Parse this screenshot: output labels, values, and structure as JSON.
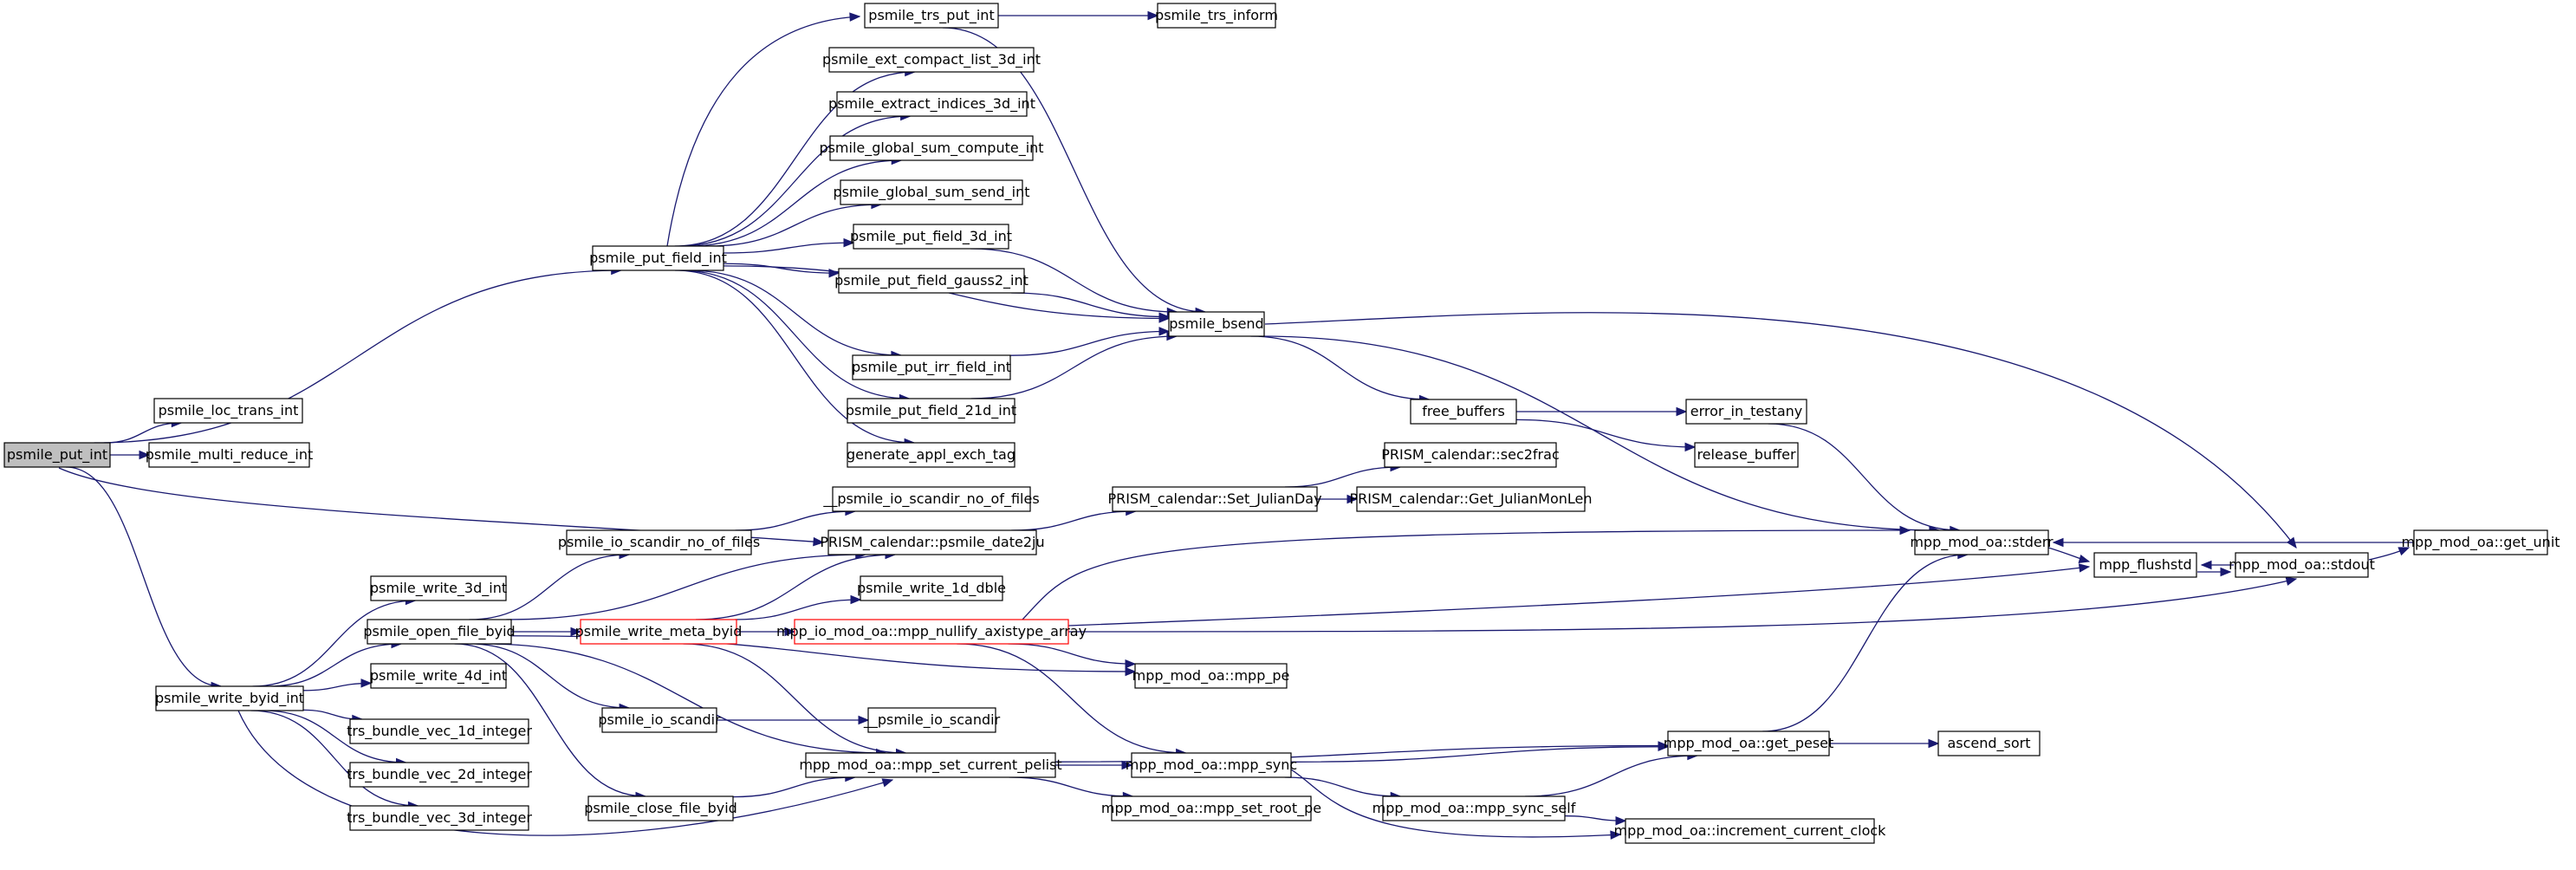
{
  "graph": {
    "colors": {
      "edge": "#191970",
      "node_border": "#000000",
      "current_node_fill": "#bfbfbf",
      "truncated_node_border": "#ff0000",
      "background": "#ffffff"
    },
    "nodes": [
      {
        "id": "n_put_int",
        "label": "psmile_put_int",
        "style": "current"
      },
      {
        "id": "n_put_field_int",
        "label": "psmile_put_field_int",
        "style": "normal"
      },
      {
        "id": "n_loc_trans",
        "label": "psmile_loc_trans_int",
        "style": "normal"
      },
      {
        "id": "n_multi_reduce",
        "label": "psmile_multi_reduce_int",
        "style": "normal"
      },
      {
        "id": "n_write_byid",
        "label": "psmile_write_byid_int",
        "style": "normal"
      },
      {
        "id": "n_date2ju",
        "label": "PRISM_calendar::psmile_date2ju",
        "style": "normal"
      },
      {
        "id": "n_trs_put",
        "label": "psmile_trs_put_int",
        "style": "normal"
      },
      {
        "id": "n_trs_inform",
        "label": "psmile_trs_inform",
        "style": "normal"
      },
      {
        "id": "n_ext_compact",
        "label": "psmile_ext_compact_list_3d_int",
        "style": "normal"
      },
      {
        "id": "n_extract_idx",
        "label": "psmile_extract_indices_3d_int",
        "style": "normal"
      },
      {
        "id": "n_gsum_compute",
        "label": "psmile_global_sum_compute_int",
        "style": "normal"
      },
      {
        "id": "n_gsum_send",
        "label": "psmile_global_sum_send_int",
        "style": "normal"
      },
      {
        "id": "n_put_3d",
        "label": "psmile_put_field_3d_int",
        "style": "normal"
      },
      {
        "id": "n_put_gauss2",
        "label": "psmile_put_field_gauss2_int",
        "style": "normal"
      },
      {
        "id": "n_bsend",
        "label": "psmile_bsend",
        "style": "normal"
      },
      {
        "id": "n_put_irr",
        "label": "psmile_put_irr_field_int",
        "style": "normal"
      },
      {
        "id": "n_put_21d",
        "label": "psmile_put_field_21d_int",
        "style": "normal"
      },
      {
        "id": "n_gen_tag",
        "label": "generate_appl_exch_tag",
        "style": "normal"
      },
      {
        "id": "n_free_buffers",
        "label": "free_buffers",
        "style": "normal"
      },
      {
        "id": "n_error_testany",
        "label": "error_in_testany",
        "style": "normal"
      },
      {
        "id": "n_release_buffer",
        "label": "release_buffer",
        "style": "normal"
      },
      {
        "id": "n_scandir_nof_u",
        "label": "__psmile_io_scandir_no_of_files",
        "style": "normal"
      },
      {
        "id": "n_set_julian",
        "label": "PRISM_calendar::Set_JulianDay",
        "style": "normal"
      },
      {
        "id": "n_sec2frac",
        "label": "PRISM_calendar::sec2frac",
        "style": "normal"
      },
      {
        "id": "n_get_julianmon",
        "label": "PRISM_calendar::Get_JulianMonLen",
        "style": "normal"
      },
      {
        "id": "n_scandir_nof",
        "label": "psmile_io_scandir_no_of_files",
        "style": "normal"
      },
      {
        "id": "n_stderr",
        "label": "mpp_mod_oa::stderr",
        "style": "normal"
      },
      {
        "id": "n_flushstd",
        "label": "mpp_flushstd",
        "style": "normal"
      },
      {
        "id": "n_stdout",
        "label": "mpp_mod_oa::stdout",
        "style": "normal"
      },
      {
        "id": "n_get_unit",
        "label": "mpp_mod_oa::get_unit",
        "style": "normal"
      },
      {
        "id": "n_write_3d",
        "label": "psmile_write_3d_int",
        "style": "normal"
      },
      {
        "id": "n_open_file",
        "label": "psmile_open_file_byid",
        "style": "normal"
      },
      {
        "id": "n_write_meta",
        "label": "psmile_write_meta_byid",
        "style": "truncated"
      },
      {
        "id": "n_write_1d",
        "label": "psmile_write_1d_dble",
        "style": "normal"
      },
      {
        "id": "n_nullify",
        "label": "mpp_io_mod_oa::mpp_nullify_axistype_array",
        "style": "truncated"
      },
      {
        "id": "n_mpp_pe",
        "label": "mpp_mod_oa::mpp_pe",
        "style": "normal"
      },
      {
        "id": "n_write_4d",
        "label": "psmile_write_4d_int",
        "style": "normal"
      },
      {
        "id": "n_io_scandir",
        "label": "psmile_io_scandir",
        "style": "normal"
      },
      {
        "id": "n_io_scandir_u",
        "label": "__psmile_io_scandir",
        "style": "normal"
      },
      {
        "id": "n_trs_1d",
        "label": "trs_bundle_vec_1d_integer",
        "style": "normal"
      },
      {
        "id": "n_trs_2d",
        "label": "trs_bundle_vec_2d_integer",
        "style": "normal"
      },
      {
        "id": "n_trs_3d",
        "label": "trs_bundle_vec_3d_integer",
        "style": "normal"
      },
      {
        "id": "n_set_pelist",
        "label": "mpp_mod_oa::mpp_set_current_pelist",
        "style": "normal"
      },
      {
        "id": "n_mpp_sync",
        "label": "mpp_mod_oa::mpp_sync",
        "style": "normal"
      },
      {
        "id": "n_get_peset",
        "label": "mpp_mod_oa::get_peset",
        "style": "normal"
      },
      {
        "id": "n_ascend_sort",
        "label": "ascend_sort",
        "style": "normal"
      },
      {
        "id": "n_close_file",
        "label": "psmile_close_file_byid",
        "style": "normal"
      },
      {
        "id": "n_set_root_pe",
        "label": "mpp_mod_oa::mpp_set_root_pe",
        "style": "normal"
      },
      {
        "id": "n_sync_self",
        "label": "mpp_mod_oa::mpp_sync_self",
        "style": "normal"
      },
      {
        "id": "n_incr_clock",
        "label": "mpp_mod_oa::increment_current_clock",
        "style": "normal"
      }
    ],
    "edges": [
      {
        "from": "n_put_int",
        "to": "n_put_field_int"
      },
      {
        "from": "n_put_int",
        "to": "n_loc_trans"
      },
      {
        "from": "n_put_int",
        "to": "n_multi_reduce"
      },
      {
        "from": "n_put_int",
        "to": "n_date2ju"
      },
      {
        "from": "n_put_int",
        "to": "n_write_byid"
      },
      {
        "from": "n_put_field_int",
        "to": "n_trs_put"
      },
      {
        "from": "n_put_field_int",
        "to": "n_ext_compact"
      },
      {
        "from": "n_put_field_int",
        "to": "n_extract_idx"
      },
      {
        "from": "n_put_field_int",
        "to": "n_gsum_compute"
      },
      {
        "from": "n_put_field_int",
        "to": "n_gsum_send"
      },
      {
        "from": "n_put_field_int",
        "to": "n_put_3d"
      },
      {
        "from": "n_put_field_int",
        "to": "n_put_gauss2"
      },
      {
        "from": "n_put_field_int",
        "to": "n_bsend"
      },
      {
        "from": "n_put_field_int",
        "to": "n_put_irr"
      },
      {
        "from": "n_put_field_int",
        "to": "n_put_21d"
      },
      {
        "from": "n_put_field_int",
        "to": "n_gen_tag"
      },
      {
        "from": "n_trs_put",
        "to": "n_trs_inform"
      },
      {
        "from": "n_trs_put",
        "to": "n_bsend"
      },
      {
        "from": "n_put_3d",
        "to": "n_bsend"
      },
      {
        "from": "n_put_gauss2",
        "to": "n_bsend"
      },
      {
        "from": "n_put_irr",
        "to": "n_bsend"
      },
      {
        "from": "n_put_21d",
        "to": "n_bsend"
      },
      {
        "from": "n_bsend",
        "to": "n_free_buffers"
      },
      {
        "from": "n_bsend",
        "to": "n_stderr"
      },
      {
        "from": "n_bsend",
        "to": "n_stdout"
      },
      {
        "from": "n_free_buffers",
        "to": "n_error_testany"
      },
      {
        "from": "n_free_buffers",
        "to": "n_release_buffer"
      },
      {
        "from": "n_error_testany",
        "to": "n_stderr"
      },
      {
        "from": "n_date2ju",
        "to": "n_set_julian"
      },
      {
        "from": "n_set_julian",
        "to": "n_sec2frac"
      },
      {
        "from": "n_set_julian",
        "to": "n_get_julianmon"
      },
      {
        "from": "n_scandir_nof",
        "to": "n_scandir_nof_u"
      },
      {
        "from": "n_stderr",
        "to": "n_flushstd"
      },
      {
        "from": "n_flushstd",
        "to": "n_stdout"
      },
      {
        "from": "n_stdout",
        "to": "n_flushstd"
      },
      {
        "from": "n_stdout",
        "to": "n_get_unit"
      },
      {
        "from": "n_get_unit",
        "to": "n_stderr"
      },
      {
        "from": "n_write_byid",
        "to": "n_write_3d"
      },
      {
        "from": "n_write_byid",
        "to": "n_open_file"
      },
      {
        "from": "n_write_byid",
        "to": "n_write_4d"
      },
      {
        "from": "n_write_byid",
        "to": "n_trs_1d"
      },
      {
        "from": "n_write_byid",
        "to": "n_trs_2d"
      },
      {
        "from": "n_write_byid",
        "to": "n_trs_3d"
      },
      {
        "from": "n_write_byid",
        "to": "n_set_pelist"
      },
      {
        "from": "n_open_file",
        "to": "n_scandir_nof"
      },
      {
        "from": "n_open_file",
        "to": "n_date2ju"
      },
      {
        "from": "n_open_file",
        "to": "n_write_meta"
      },
      {
        "from": "n_open_file",
        "to": "n_mpp_pe"
      },
      {
        "from": "n_open_file",
        "to": "n_io_scandir"
      },
      {
        "from": "n_open_file",
        "to": "n_set_pelist"
      },
      {
        "from": "n_open_file",
        "to": "n_close_file"
      },
      {
        "from": "n_write_meta",
        "to": "n_date2ju"
      },
      {
        "from": "n_write_meta",
        "to": "n_write_1d"
      },
      {
        "from": "n_write_meta",
        "to": "n_nullify"
      },
      {
        "from": "n_write_meta",
        "to": "n_set_pelist"
      },
      {
        "from": "n_nullify",
        "to": "n_stderr"
      },
      {
        "from": "n_nullify",
        "to": "n_flushstd"
      },
      {
        "from": "n_nullify",
        "to": "n_stdout"
      },
      {
        "from": "n_nullify",
        "to": "n_mpp_pe"
      },
      {
        "from": "n_nullify",
        "to": "n_mpp_sync"
      },
      {
        "from": "n_io_scandir",
        "to": "n_io_scandir_u"
      },
      {
        "from": "n_close_file",
        "to": "n_set_pelist"
      },
      {
        "from": "n_set_pelist",
        "to": "n_mpp_sync"
      },
      {
        "from": "n_set_pelist",
        "to": "n_get_peset"
      },
      {
        "from": "n_set_pelist",
        "to": "n_set_root_pe"
      },
      {
        "from": "n_mpp_sync",
        "to": "n_get_peset"
      },
      {
        "from": "n_mpp_sync",
        "to": "n_sync_self"
      },
      {
        "from": "n_mpp_sync",
        "to": "n_incr_clock"
      },
      {
        "from": "n_sync_self",
        "to": "n_get_peset"
      },
      {
        "from": "n_sync_self",
        "to": "n_incr_clock"
      },
      {
        "from": "n_get_peset",
        "to": "n_stderr"
      },
      {
        "from": "n_get_peset",
        "to": "n_ascend_sort"
      }
    ]
  }
}
